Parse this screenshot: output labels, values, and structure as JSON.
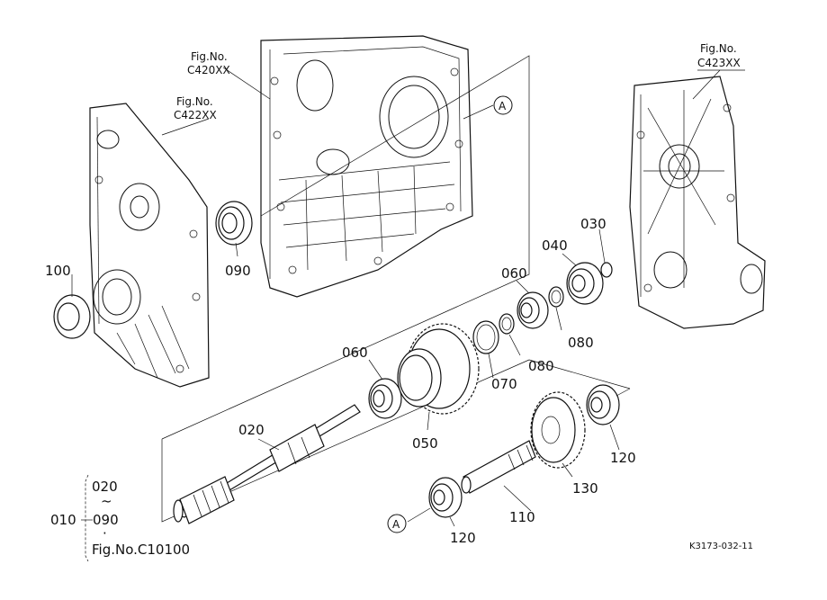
{
  "figure_refs": {
    "c420": {
      "line1": "Fig.No.",
      "line2": "C420XX"
    },
    "c422": {
      "line1": "Fig.No.",
      "line2": "C422XX"
    },
    "c423": {
      "line1": "Fig.No.",
      "line2": "C423XX"
    }
  },
  "callout_a": "A",
  "parts": {
    "p020": "020",
    "p030": "030",
    "p040": "040",
    "p050": "050",
    "p060a": "060",
    "p060b": "060",
    "p070": "070",
    "p080a": "080",
    "p080b": "080",
    "p090": "090",
    "p100": "100",
    "p110": "110",
    "p120a": "120",
    "p120b": "120",
    "p130": "130"
  },
  "assembly": {
    "main": "010",
    "from": "020",
    "tilde": "~",
    "to": "090",
    "dot": "·",
    "ref": "Fig.No.C10100"
  },
  "drawing_code": "K3173-032-11"
}
